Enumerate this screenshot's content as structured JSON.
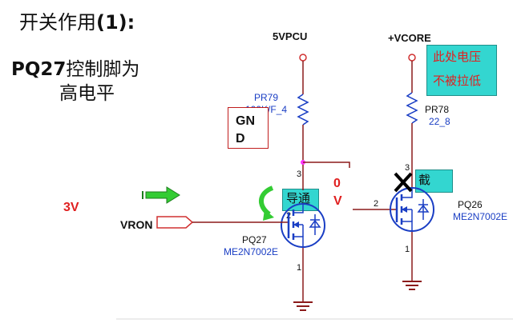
{
  "title": {
    "text": "开关作用",
    "suffix": "(1):"
  },
  "control_note": {
    "part": "PQ27",
    "line1": "控制脚为",
    "line2": "高电平"
  },
  "rails": {
    "left": "5VPCU",
    "right": "+VCORE"
  },
  "note_box": {
    "line1": "此处电压",
    "line2": "不被拉低"
  },
  "resistors": [
    {
      "ref": "PR79",
      "value": "100K/F_4"
    },
    {
      "ref": "PR78",
      "value": "22_8"
    }
  ],
  "gnd_label": {
    "line1": "GN",
    "line2": "D"
  },
  "transistors": [
    {
      "ref": "PQ27",
      "part": "ME2N7002E",
      "state_label": "导通"
    },
    {
      "ref": "PQ26",
      "part": "ME2N7002E",
      "state_label": "截"
    }
  ],
  "pins": {
    "drain": "3",
    "gate": "2",
    "source": "1"
  },
  "annotations": {
    "gate_voltage": "3V",
    "node_voltage_line1": "0",
    "node_voltage_line2": "V"
  },
  "signal": {
    "name": "VRON"
  },
  "colors": {
    "wire": "#8b1a1a",
    "net": "#1a3ec4",
    "highlight": "#33d6d0",
    "alert": "#e02020",
    "arrow": "#33cc33"
  }
}
